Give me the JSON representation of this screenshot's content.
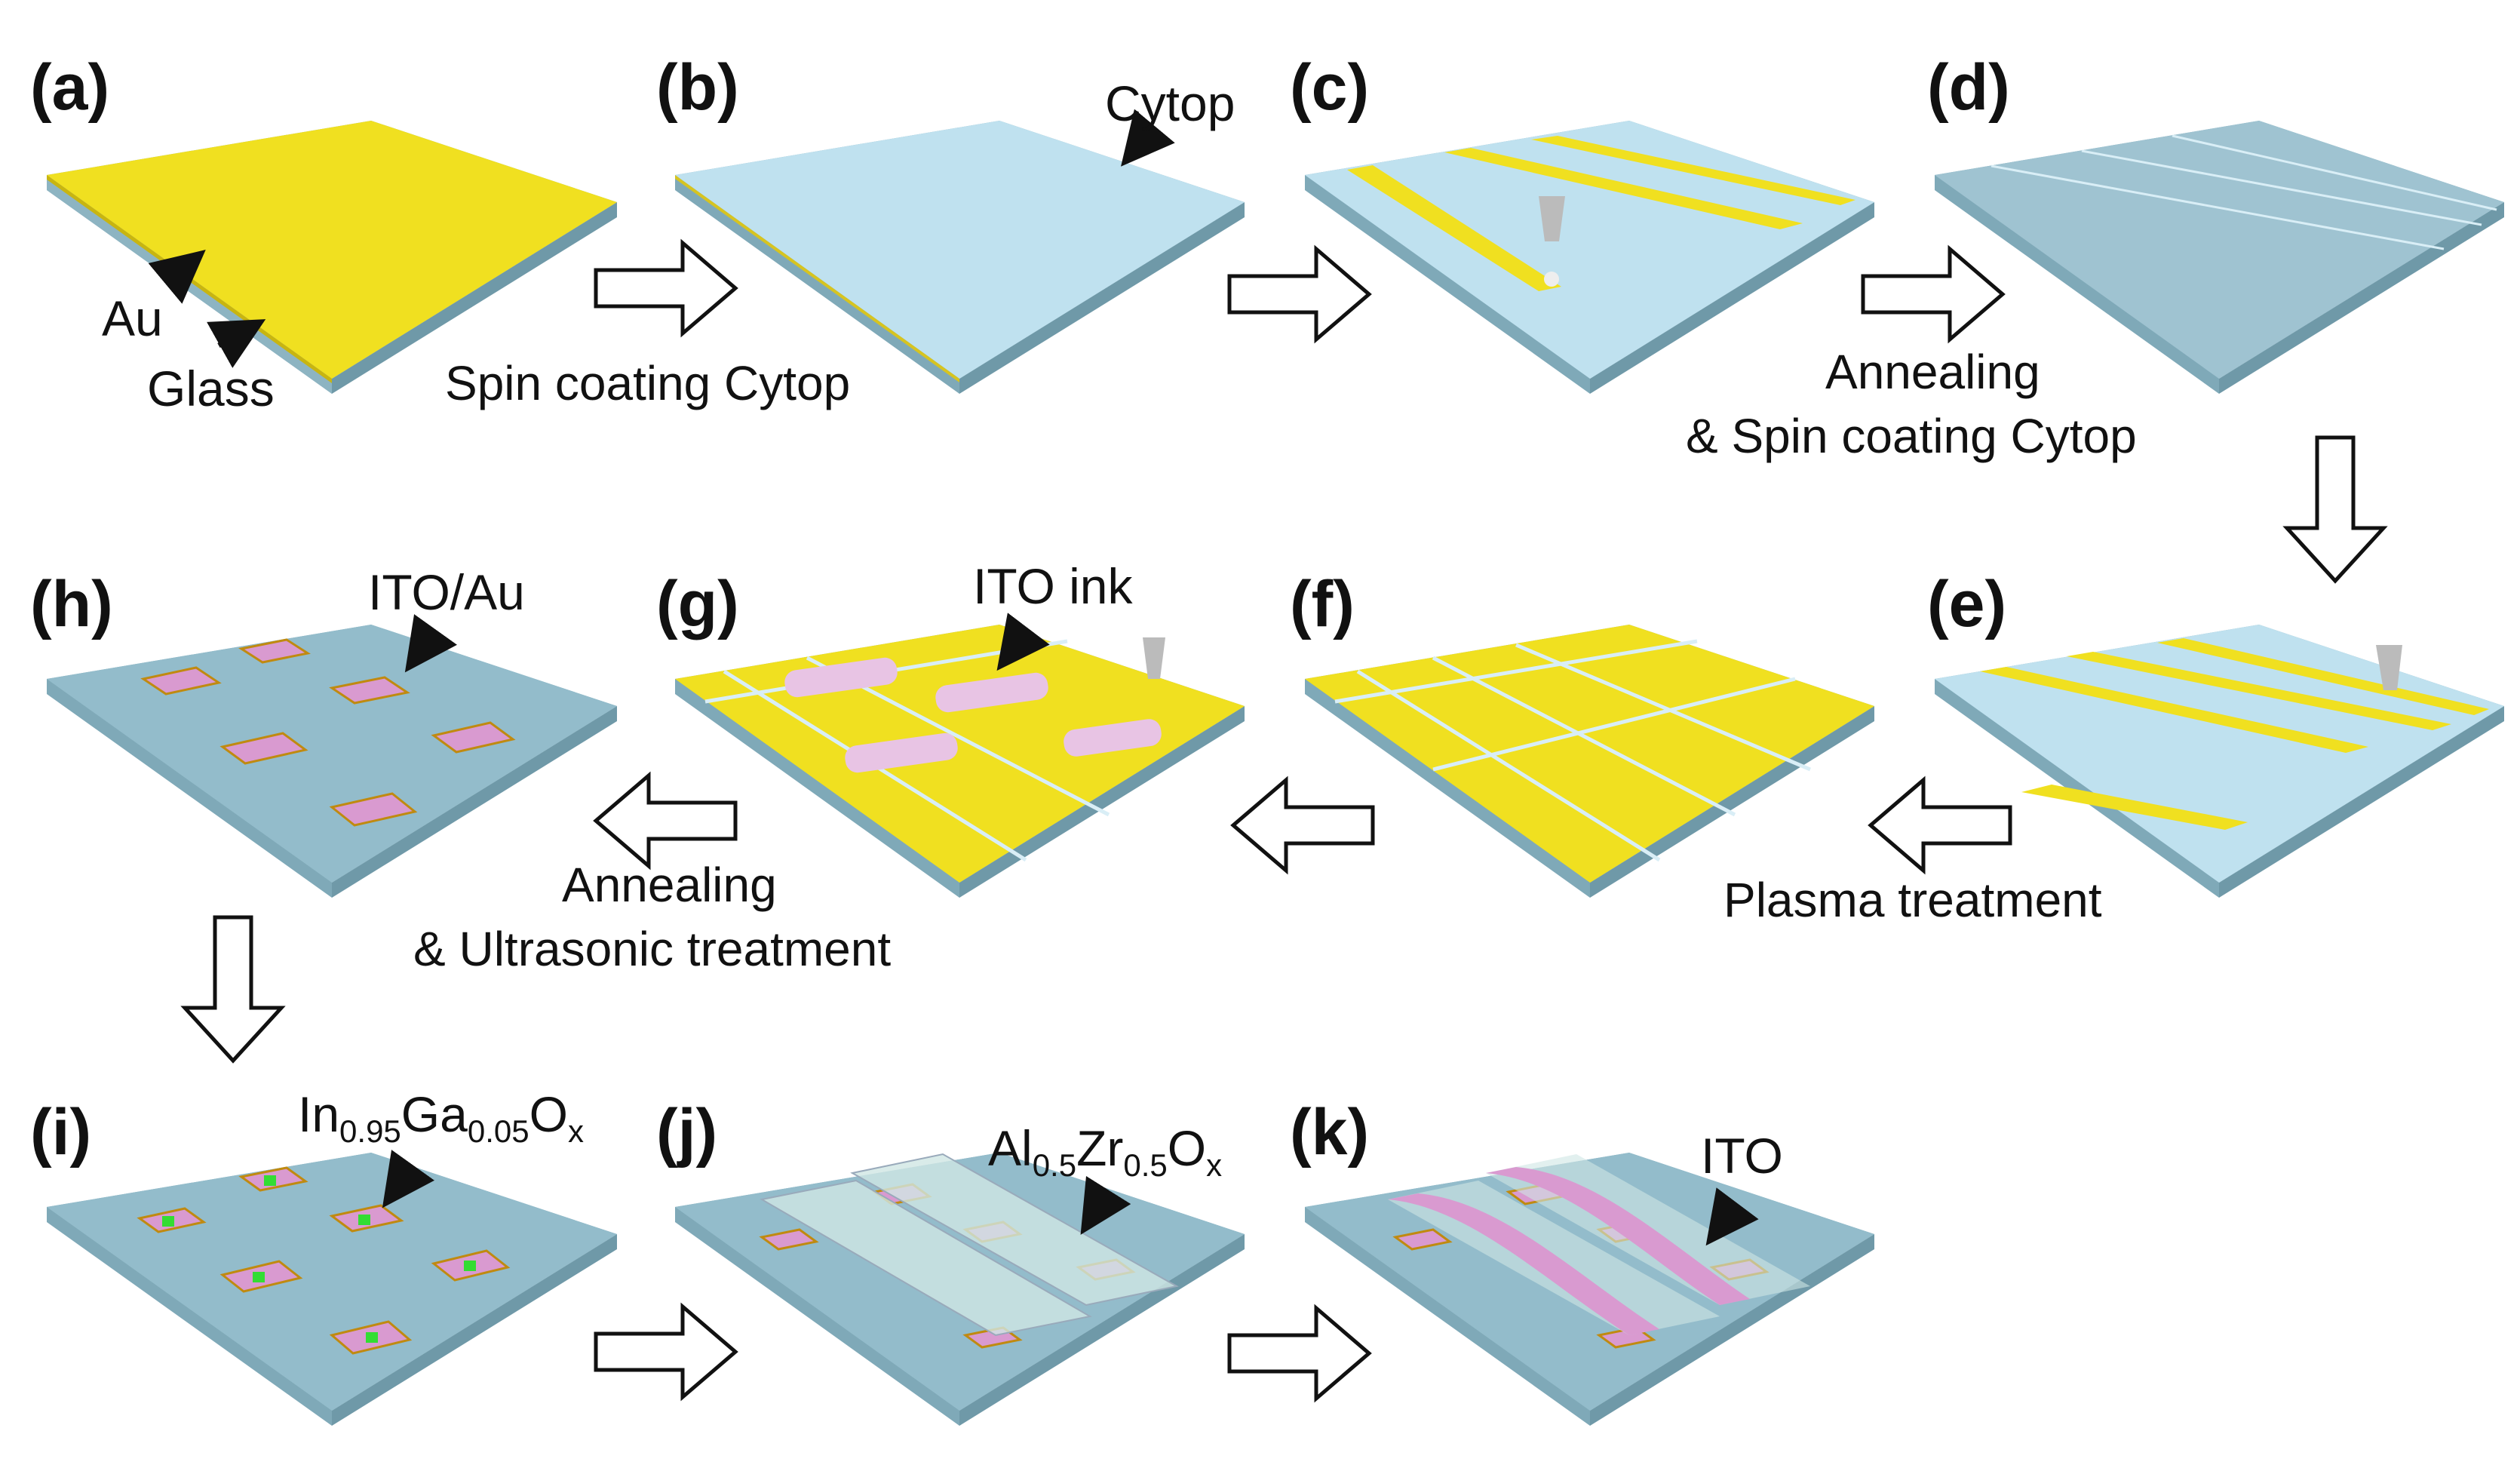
{
  "panels": {
    "a": "(a)",
    "b": "(b)",
    "c": "(c)",
    "d": "(d)",
    "e": "(e)",
    "f": "(f)",
    "g": "(g)",
    "h": "(h)",
    "i": "(i)",
    "j": "(j)",
    "k": "(k)"
  },
  "annotations": {
    "au": "Au",
    "glass": "Glass",
    "cytop": "Cytop",
    "ito_ink": "ITO ink",
    "ito_au": "ITO/Au",
    "igo_in": "In",
    "igo_sub1": "0.95",
    "igo_ga": "Ga",
    "igo_sub2": "0.05",
    "igo_o": "O",
    "igo_x": "x",
    "azo_al": "Al",
    "azo_sub1": "0.5",
    "azo_zr": "Zr",
    "azo_sub2": "0.5",
    "azo_o": "O",
    "azo_x": "x",
    "ito": "ITO"
  },
  "steps": {
    "spin_coating": "Spin coating Cytop",
    "annealing1_line1": "Annealing",
    "annealing1_line2": "& Spin coating Cytop",
    "plasma": "Plasma treatment",
    "annealing2_line1": "Annealing",
    "annealing2_line2": "& Ultrasonic treatment"
  },
  "colors": {
    "gold": "#f0e020",
    "cytop": "#bfe1ef",
    "substrate": "#93bccb",
    "ito_pad": "#d99ad0",
    "igzo": "#33dd33",
    "dielectric": "#cfe6e4"
  }
}
